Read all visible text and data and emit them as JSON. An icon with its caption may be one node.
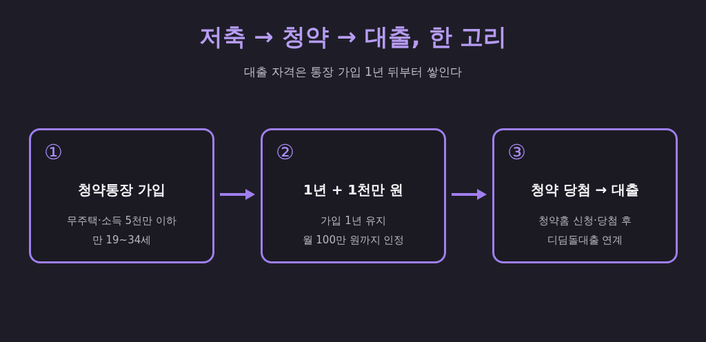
{
  "diagram": {
    "title": "저축 → 청약 → 대출, 한 고리",
    "nodes": [
      {
        "text": [
          "①",
          "청약통장 가입",
          "무주택·소득 5천만 이하 만 19~34세"
        ]
      },
      {
        "text": [
          "②",
          "1년 + 1천만 원",
          "가입 1년 유지 월 100만 원까지 인정"
        ]
      },
      {
        "text": [
          "③",
          "청약 당첨 → 대출",
          "청약홈 신청·당첨 후 디딤돌대출 연계"
        ]
      }
    ],
    "edges": [
      {
        "from": 0,
        "to": 1,
        "arrow": "to"
      },
      {
        "from": 1,
        "to": 2,
        "arrow": "to"
      }
    ],
    "labels": [
      "대출 자격은 통장 가입 1년 뒤부터 쌓인다"
    ]
  }
}
